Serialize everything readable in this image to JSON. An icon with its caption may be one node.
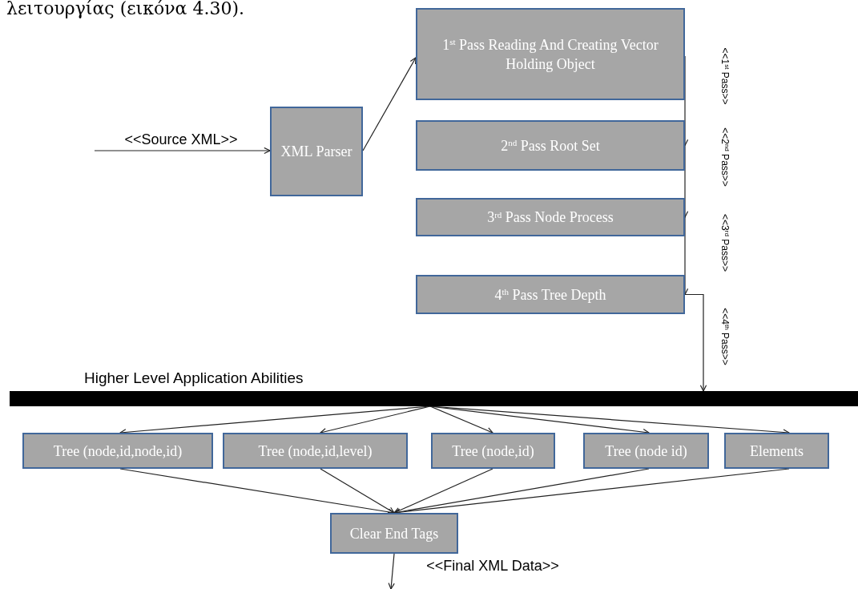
{
  "diagram": {
    "nodes": [
      {
        "text": [
          "XML Parser"
        ]
      },
      {
        "text": [
          "1$^{st}$ Pass Reading And Creating Vector Holding Object"
        ]
      },
      {
        "text": [
          "2$^{nd}$ Pass Root Set"
        ]
      },
      {
        "text": [
          "3$^{rd}$ Pass Node Process"
        ]
      },
      {
        "text": [
          "4$^{th}$ Pass Tree Depth"
        ]
      },
      {
        "text": [
          "Higher Level Application Abilities"
        ]
      },
      {
        "text": [
          "Tree (node,id,node,id)"
        ]
      },
      {
        "text": [
          "Tree (node,id,level)"
        ]
      },
      {
        "text": [
          "Tree (node,id)"
        ]
      },
      {
        "text": [
          "Tree (node id)"
        ]
      },
      {
        "text": [
          "Elements"
        ]
      },
      {
        "text": [
          "Clear End Tags"
        ]
      }
    ],
    "edges": [
      {
        "from": null,
        "to": 0,
        "arrow": "to",
        "label": "<<Source XML>>"
      },
      {
        "from": 0,
        "to": 1,
        "arrow": "to"
      },
      {
        "from": 1,
        "to": 2,
        "arrow": "to",
        "label": "<<1$^{st}$ Pass>>"
      },
      {
        "from": 2,
        "to": 3,
        "arrow": "to",
        "label": "<<2$^{nd}$ Pass>>"
      },
      {
        "from": 3,
        "to": 4,
        "arrow": "to",
        "label": "<<3$^{rd}$ Pass>>"
      },
      {
        "from": 4,
        "to": 5,
        "arrow": "to",
        "label": "<<4$^{th}$ Pass>>"
      },
      {
        "from": 5,
        "to": 6,
        "arrow": "to"
      },
      {
        "from": 5,
        "to": 7,
        "arrow": "to"
      },
      {
        "from": 5,
        "to": 8,
        "arrow": "to"
      },
      {
        "from": 5,
        "to": 9,
        "arrow": "to"
      },
      {
        "from": 5,
        "to": 10,
        "arrow": "to"
      },
      {
        "from": 6,
        "to": 11,
        "arrow": "to"
      },
      {
        "from": 7,
        "to": 11,
        "arrow": "to"
      },
      {
        "from": 8,
        "to": 11,
        "arrow": "to"
      },
      {
        "from": 9,
        "to": 11,
        "arrow": "to"
      },
      {
        "from": 10,
        "to": 11,
        "arrow": "to"
      },
      {
        "from": 11,
        "to": null,
        "arrow": "to",
        "label": "<<Final XML Data>>"
      }
    ],
    "labels": [
      "λειτουργίας (εικόνα 4.30)."
    ]
  }
}
